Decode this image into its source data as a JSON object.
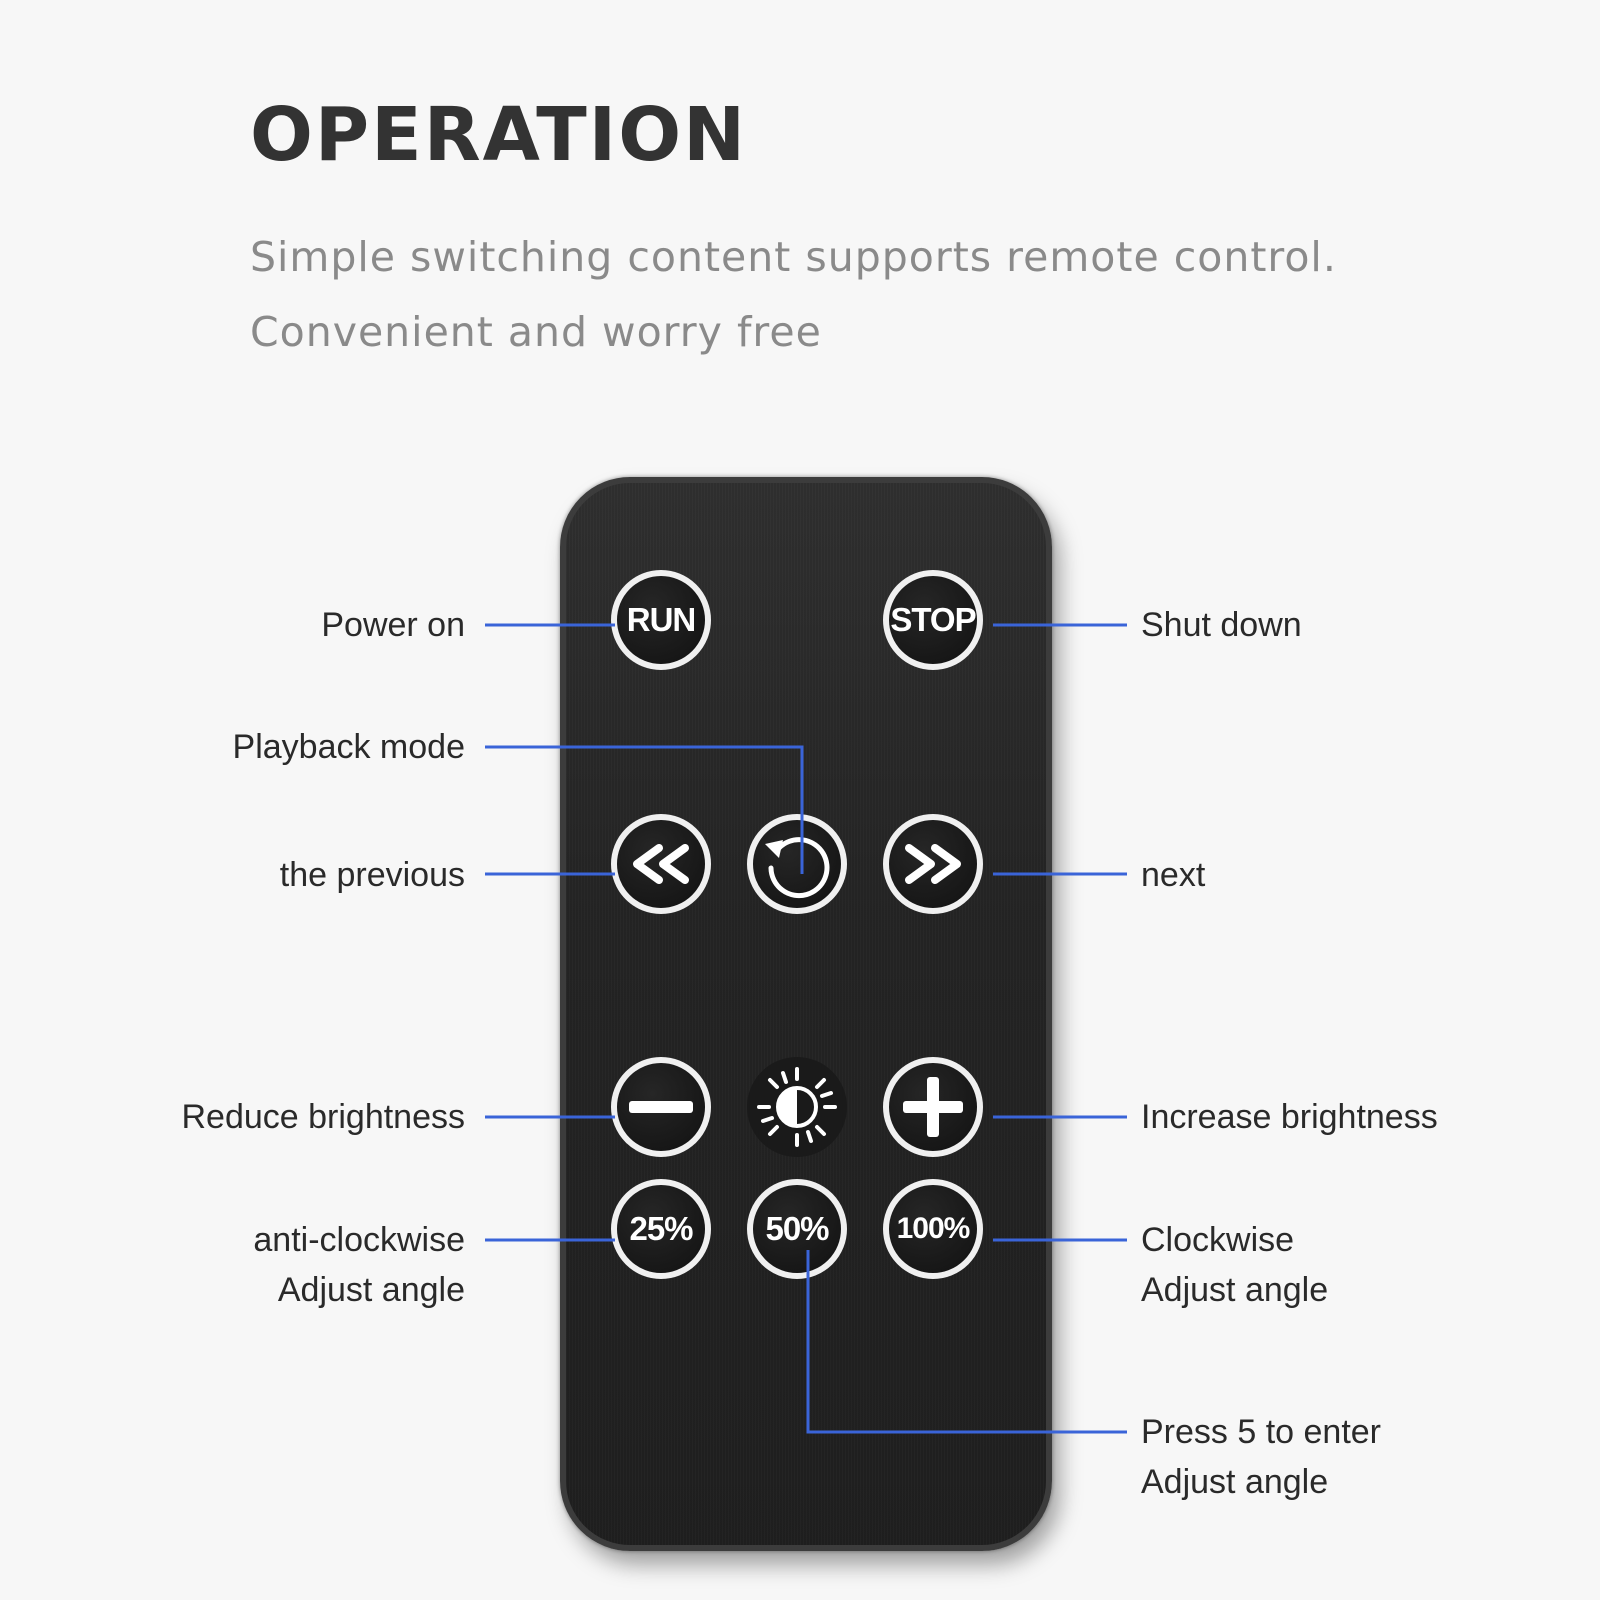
{
  "header": {
    "title": "OPERATION",
    "subtitle_line1": "Simple switching content supports remote control.",
    "subtitle_line2": "Convenient and worry free"
  },
  "buttons": {
    "run": "RUN",
    "stop": "STOP",
    "pct25": "25%",
    "pct50": "50%",
    "pct100": "100%"
  },
  "labels": {
    "power_on": "Power on",
    "shut_down": "Shut down",
    "playback_mode": "Playback mode",
    "previous": "the previous",
    "next": "next",
    "reduce_brightness": "Reduce brightness",
    "increase_brightness": "Increase brightness",
    "anticlockwise_line1": "anti-clockwise",
    "anticlockwise_line2": "Adjust angle",
    "clockwise_line1": "Clockwise",
    "clockwise_line2": "Adjust angle",
    "press5_line1": "Press 5 to enter",
    "press5_line2": "Adjust angle"
  },
  "icons": {
    "previous": "rewind-icon",
    "playback": "loop-icon",
    "next": "fast-forward-icon",
    "minus": "minus-icon",
    "brightness": "brightness-sun-icon",
    "plus": "plus-icon"
  },
  "colors": {
    "leader_line": "#3a64d8",
    "remote_body": "#262626",
    "button_ring": "#f0f0f0",
    "title": "#333333",
    "subtitle": "#8a8a8a"
  }
}
